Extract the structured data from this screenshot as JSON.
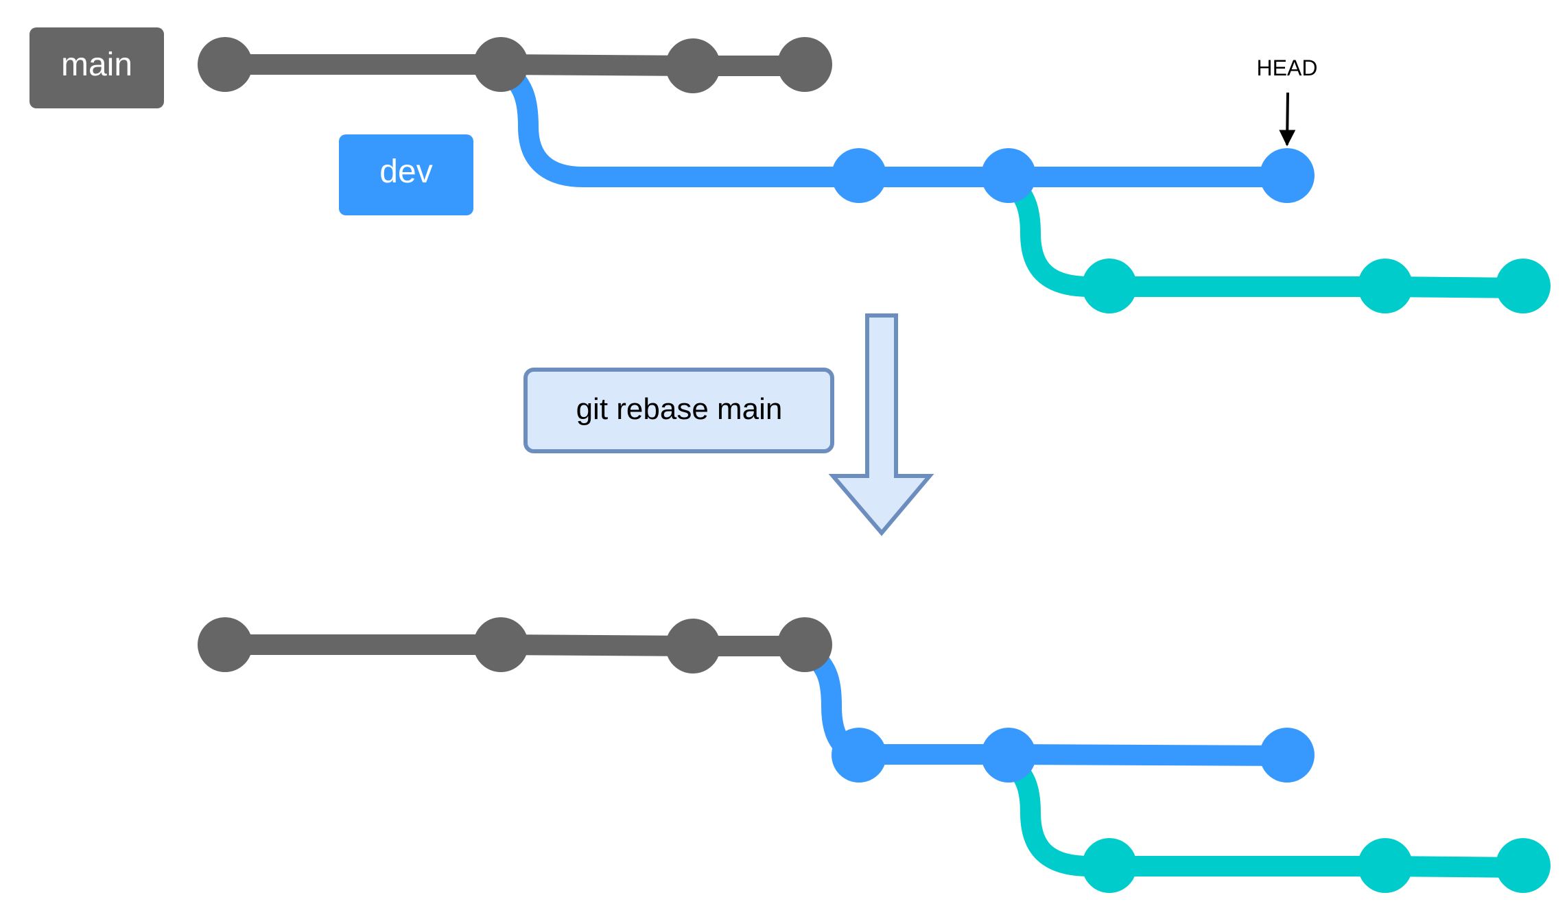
{
  "labels": {
    "main": "main",
    "dev": "dev",
    "head": "HEAD",
    "command": "git rebase main"
  },
  "colors": {
    "main": "#666666",
    "dev": "#3799FD",
    "feature": "#00CCCC",
    "label_text": "#FFFFFF",
    "command_fill": "#DAE8FC",
    "command_stroke": "#6C8EBF",
    "text_dark": "#000000"
  },
  "before": {
    "main_commits": 4,
    "dev_commits": 3,
    "feature_commits": 3
  },
  "after": {
    "main_commits": 4,
    "dev_commits": 3,
    "feature_commits": 3
  }
}
